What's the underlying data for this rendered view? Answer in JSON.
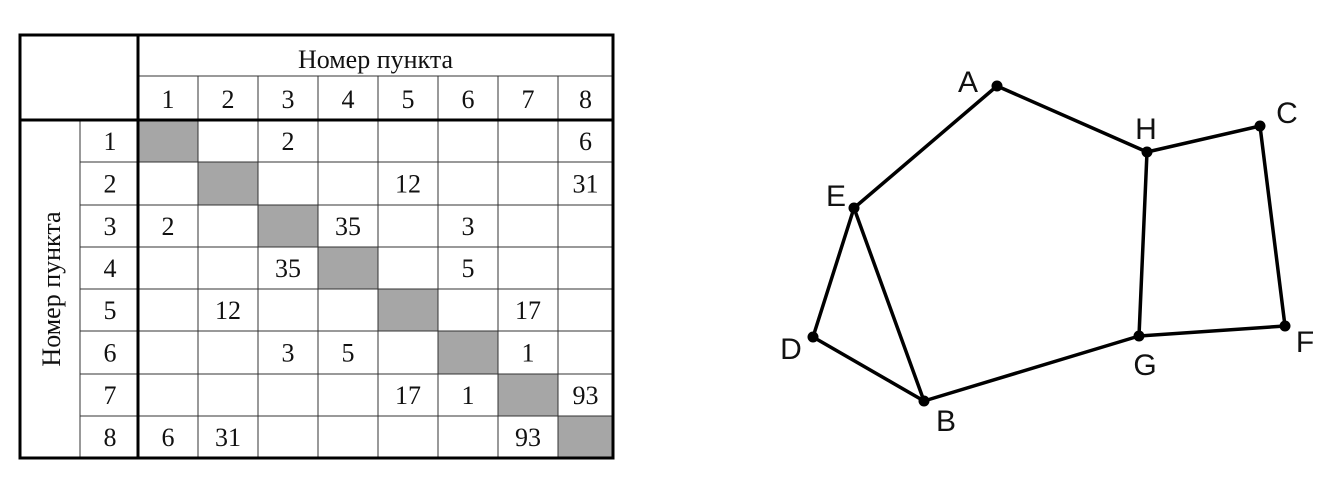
{
  "table": {
    "header_label": "Номер пункта",
    "side_label": "Номер пункта",
    "columns": [
      "1",
      "2",
      "3",
      "4",
      "5",
      "6",
      "7",
      "8"
    ],
    "rows": [
      "1",
      "2",
      "3",
      "4",
      "5",
      "6",
      "7",
      "8"
    ],
    "cells": [
      [
        "",
        "",
        "2",
        "",
        "",
        "",
        "",
        "6"
      ],
      [
        "",
        "",
        "",
        "",
        "12",
        "",
        "",
        "31"
      ],
      [
        "2",
        "",
        "",
        "35",
        "",
        "3",
        "",
        ""
      ],
      [
        "",
        "",
        "35",
        "",
        "",
        "5",
        "",
        ""
      ],
      [
        "",
        "12",
        "",
        "",
        "",
        "",
        "17",
        ""
      ],
      [
        "",
        "",
        "3",
        "5",
        "",
        "",
        "1",
        ""
      ],
      [
        "",
        "",
        "",
        "",
        "17",
        "1",
        "",
        "93"
      ],
      [
        "6",
        "31",
        "",
        "",
        "",
        "",
        "93",
        ""
      ]
    ],
    "diagonal_color": "#a6a6a6"
  },
  "graph": {
    "nodes": [
      "A",
      "B",
      "C",
      "D",
      "E",
      "F",
      "G",
      "H"
    ],
    "edges": [
      [
        "A",
        "E"
      ],
      [
        "A",
        "H"
      ],
      [
        "H",
        "C"
      ],
      [
        "H",
        "G"
      ],
      [
        "C",
        "F"
      ],
      [
        "G",
        "F"
      ],
      [
        "G",
        "B"
      ],
      [
        "E",
        "D"
      ],
      [
        "E",
        "B"
      ],
      [
        "D",
        "B"
      ]
    ]
  }
}
